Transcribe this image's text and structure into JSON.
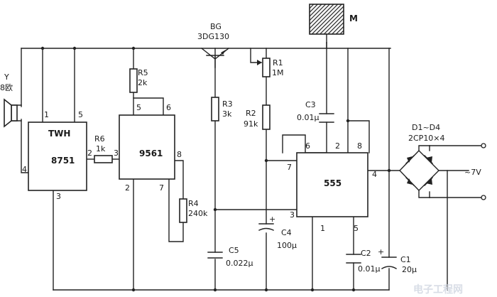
{
  "speaker": {
    "name": "Y",
    "value": "8欧"
  },
  "ics": {
    "twh": {
      "name": "TWH",
      "part": "8751",
      "pins": [
        "1",
        "5",
        "2",
        "4",
        "3"
      ]
    },
    "u9561": {
      "part": "9561",
      "pins": [
        "5",
        "6",
        "3",
        "8",
        "2",
        "7"
      ]
    },
    "u555": {
      "part": "555",
      "pins": [
        "6",
        "2",
        "8",
        "7",
        "4",
        "3",
        "1",
        "5"
      ]
    }
  },
  "resistors": [
    {
      "name": "R6",
      "value": "1k"
    },
    {
      "name": "R5",
      "value": "2k"
    },
    {
      "name": "R4",
      "value": "240k"
    },
    {
      "name": "R3",
      "value": "3k"
    },
    {
      "name": "R1",
      "value": "1M"
    },
    {
      "name": "R2",
      "value": "91k"
    }
  ],
  "transistor": {
    "name": "BG",
    "part": "3DG130"
  },
  "capacitors": [
    {
      "name": "C5",
      "value": "0.022μ"
    },
    {
      "name": "C4",
      "value": "100μ"
    },
    {
      "name": "C3",
      "value": "0.01μ"
    },
    {
      "name": "C2",
      "value": "0.01μ"
    },
    {
      "name": "C1",
      "value": "20μ"
    }
  ],
  "sensor": {
    "name": "M"
  },
  "bridge": {
    "name": "D1~D4",
    "part": "2CP10×4"
  },
  "supply": {
    "value": "~7V"
  },
  "watermark": "电子工程网"
}
